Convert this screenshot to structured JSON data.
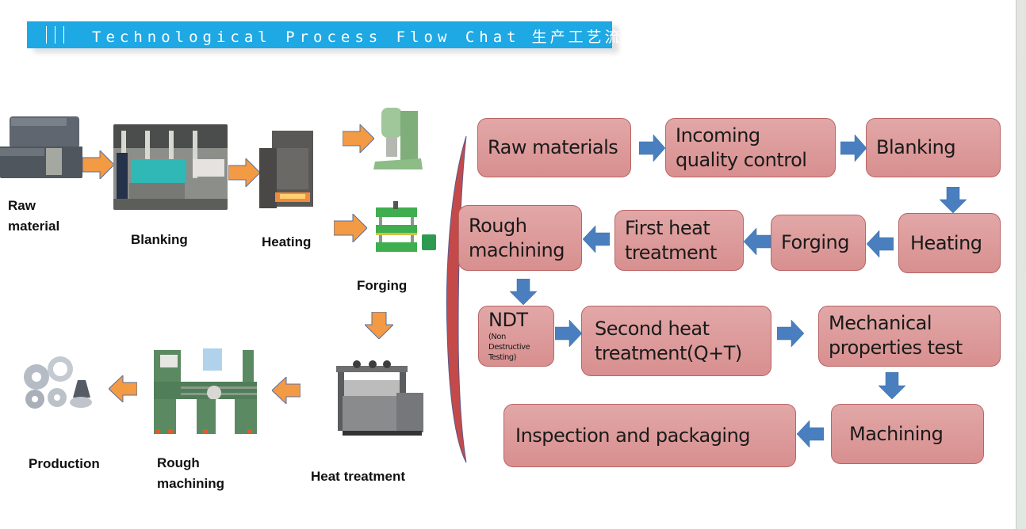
{
  "header": {
    "title_en": "Technological Process Flow Chat",
    "title_cn": "生产工艺流程"
  },
  "photo_flow": {
    "steps": [
      {
        "id": "raw-material",
        "label_lines": [
          "Raw",
          "material"
        ]
      },
      {
        "id": "blanking",
        "label_lines": [
          "Blanking"
        ]
      },
      {
        "id": "heating",
        "label_lines": [
          "Heating"
        ]
      },
      {
        "id": "forging",
        "label_lines": [
          "Forging"
        ]
      },
      {
        "id": "heat-treatment",
        "label_lines": [
          "Heat treatment"
        ]
      },
      {
        "id": "rough-machining",
        "label_lines": [
          "Rough",
          "machining"
        ]
      },
      {
        "id": "production",
        "label_lines": [
          "Production"
        ]
      }
    ],
    "arrow_color": "#f39a45"
  },
  "process_flow": {
    "boxes": [
      {
        "id": "raw-materials",
        "lines": [
          "Raw materials"
        ]
      },
      {
        "id": "incoming-qc",
        "lines": [
          "Incoming",
          "quality control"
        ]
      },
      {
        "id": "blanking",
        "lines": [
          "Blanking"
        ]
      },
      {
        "id": "heating",
        "lines": [
          "Heating"
        ]
      },
      {
        "id": "forging",
        "lines": [
          "Forging"
        ]
      },
      {
        "id": "first-heat-treatment",
        "lines": [
          "First heat",
          "treatment"
        ]
      },
      {
        "id": "rough-machining",
        "lines": [
          "Rough",
          "machining"
        ]
      },
      {
        "id": "ndt",
        "lines": [
          "NDT"
        ],
        "sub_lines": [
          "(Non",
          "Destructive",
          "Testing)"
        ]
      },
      {
        "id": "second-heat-treatment",
        "lines": [
          "Second heat",
          "treatment(Q+T)"
        ]
      },
      {
        "id": "mechanical-test",
        "lines": [
          "Mechanical",
          "properties test"
        ]
      },
      {
        "id": "machining",
        "lines": [
          "Machining"
        ]
      },
      {
        "id": "inspection-packaging",
        "lines": [
          "Inspection and packaging"
        ]
      }
    ],
    "box_color": "#dc9a9a",
    "arrow_color": "#4a7fbf",
    "bracket_color": "#c44a4a"
  }
}
